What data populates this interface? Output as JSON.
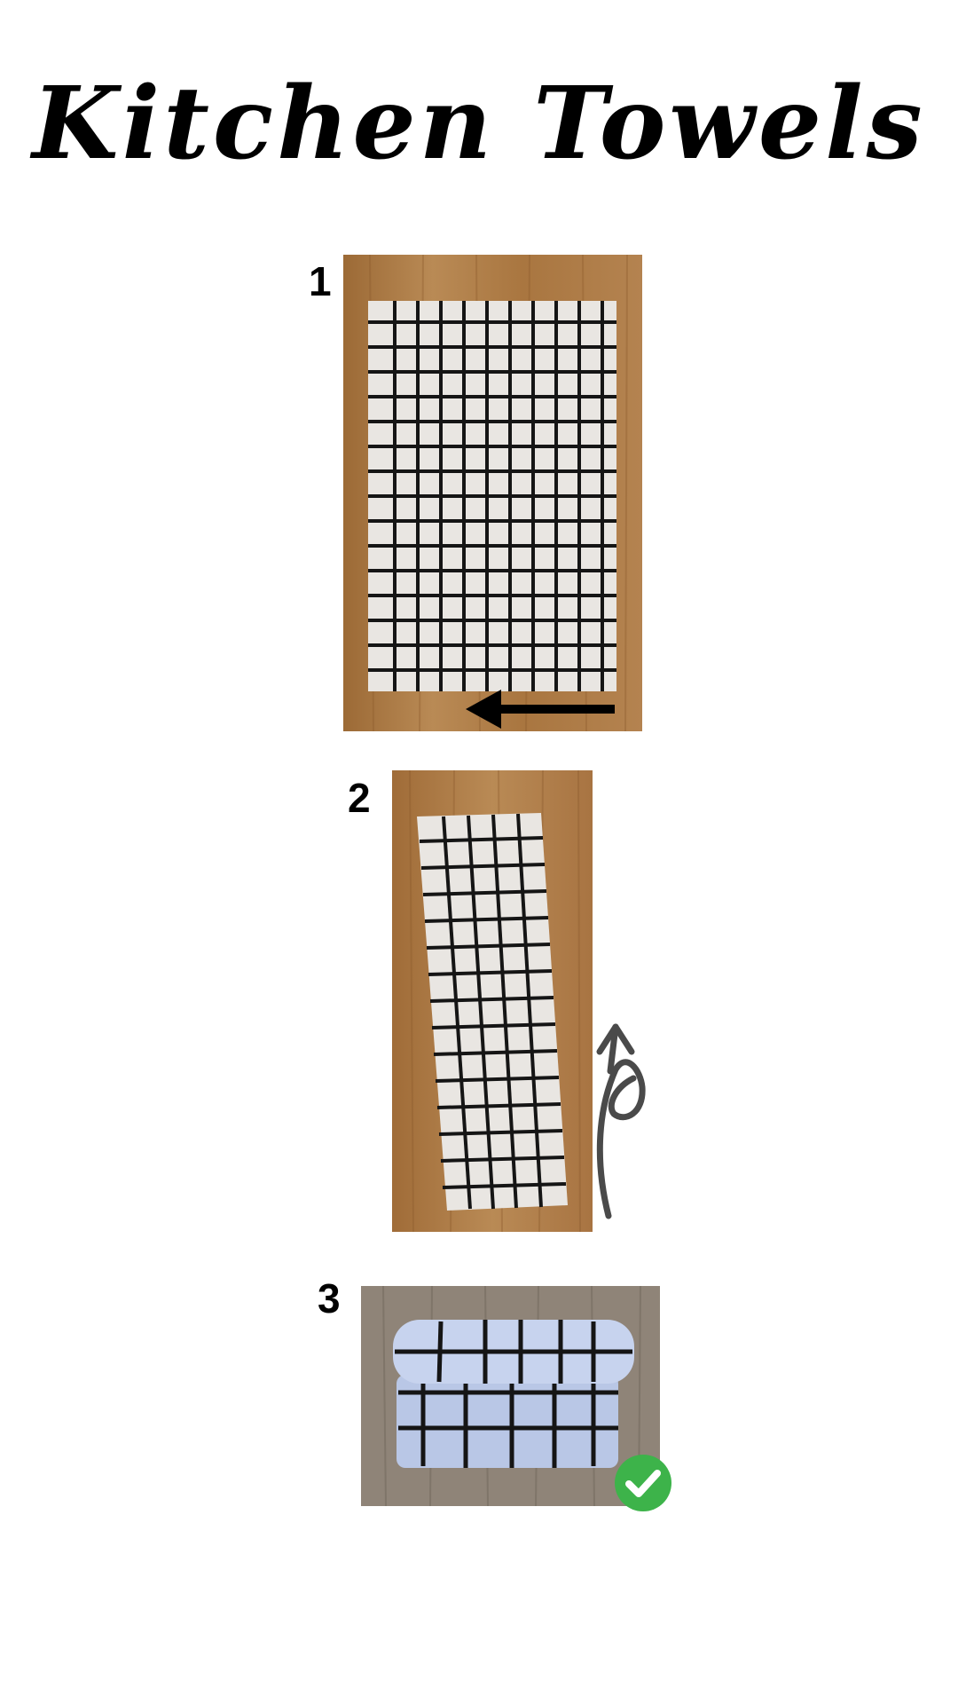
{
  "title": "Kitchen Towels",
  "steps": [
    {
      "number": "1",
      "photo": "towel-laid-flat-on-wood",
      "overlay_icon": "arrow-left-icon"
    },
    {
      "number": "2",
      "photo": "towel-folded-in-half-lengthwise",
      "overlay_icon": "curved-arrow-up-icon"
    },
    {
      "number": "3",
      "photo": "towel-rolled-up",
      "overlay_icon": "check-circle-icon"
    }
  ],
  "colors": {
    "wood": "#b07d46",
    "wood_grey": "#8f8478",
    "towel": "#e9e6e2",
    "towel_blue": "#b9c7e6",
    "grid": "#151515",
    "check_green": "#3db34a"
  }
}
